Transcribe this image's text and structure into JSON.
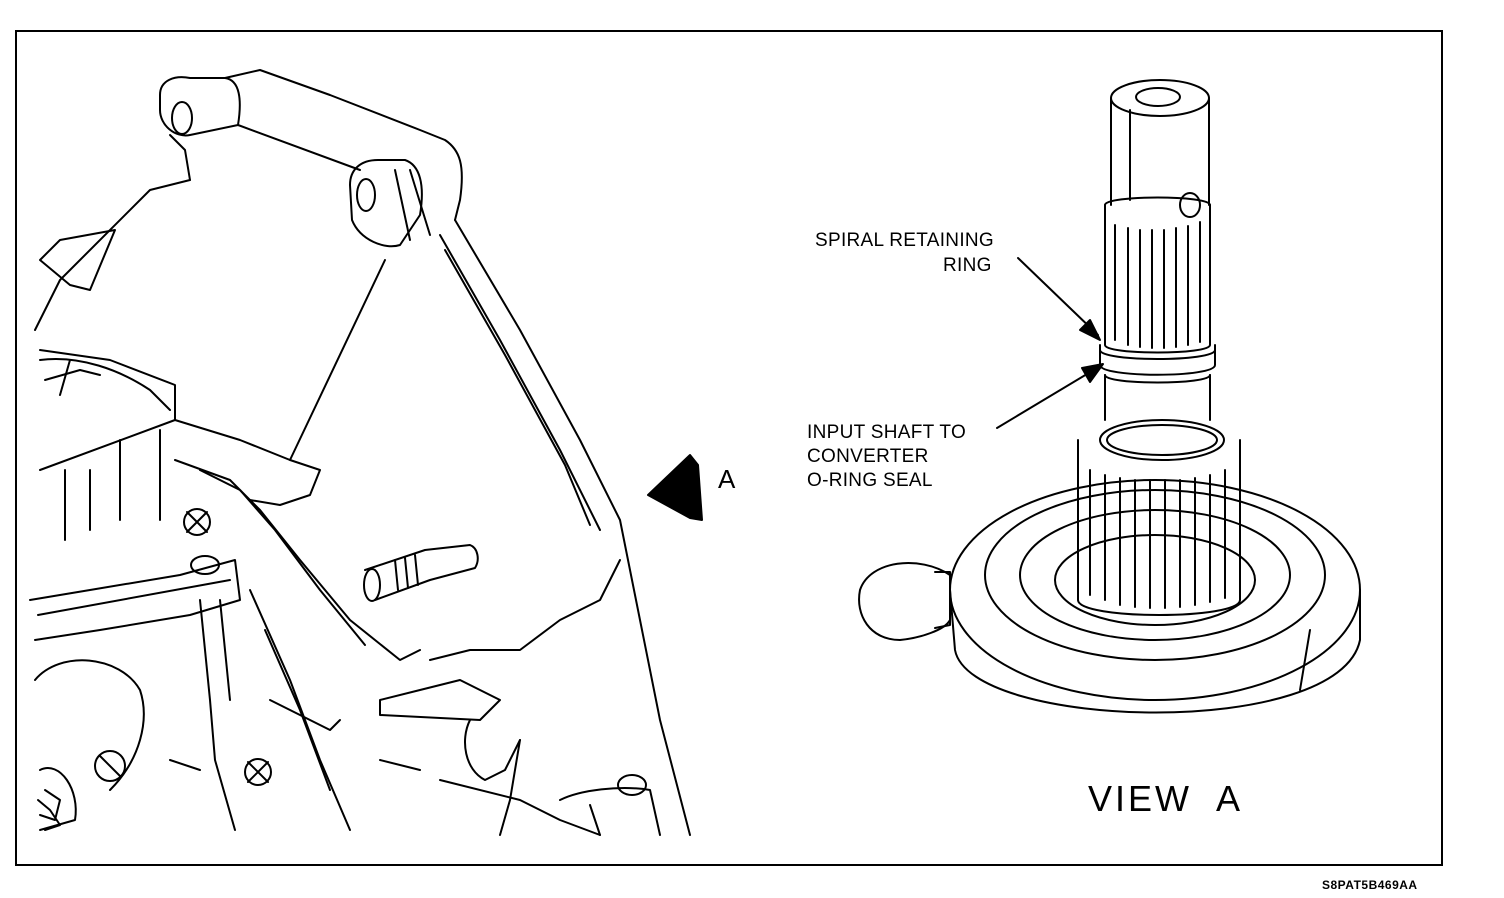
{
  "labels": {
    "spiral_line1": "SPIRAL RETAINING",
    "spiral_line2": "RING",
    "seal_line1": "INPUT SHAFT TO",
    "seal_line2": "CONVERTER",
    "seal_line3": "O-RING SEAL",
    "view_arrow_letter": "A",
    "view_title": "VIEW  A"
  },
  "figure_id": "S8PAT5B469AA",
  "colors": {
    "line": "#000000",
    "background": "#ffffff"
  }
}
